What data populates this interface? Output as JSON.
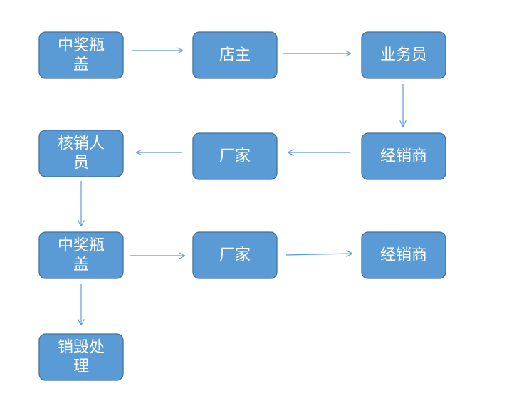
{
  "colors": {
    "node_fill": "#5b9bd5",
    "node_stroke": "#41719c",
    "arrow": "#5b9bd5"
  },
  "nodes": [
    {
      "id": "prize-cap-1",
      "lines": [
        "中奖瓶",
        "盖"
      ]
    },
    {
      "id": "shop-owner",
      "lines": [
        "店主"
      ]
    },
    {
      "id": "salesperson",
      "lines": [
        "业务员"
      ]
    },
    {
      "id": "distributor-1",
      "lines": [
        "经销商"
      ]
    },
    {
      "id": "manufacturer-1",
      "lines": [
        "厂家"
      ]
    },
    {
      "id": "verifier",
      "lines": [
        "核销人",
        "员"
      ]
    },
    {
      "id": "prize-cap-2",
      "lines": [
        "中奖瓶",
        "盖"
      ]
    },
    {
      "id": "manufacturer-2",
      "lines": [
        "厂家"
      ]
    },
    {
      "id": "distributor-2",
      "lines": [
        "经销商"
      ]
    },
    {
      "id": "destroy",
      "lines": [
        "销毁处",
        "理"
      ]
    }
  ],
  "edges": [
    {
      "from": "prize-cap-1",
      "to": "shop-owner"
    },
    {
      "from": "shop-owner",
      "to": "salesperson"
    },
    {
      "from": "salesperson",
      "to": "distributor-1"
    },
    {
      "from": "distributor-1",
      "to": "manufacturer-1"
    },
    {
      "from": "manufacturer-1",
      "to": "verifier"
    },
    {
      "from": "verifier",
      "to": "prize-cap-2"
    },
    {
      "from": "prize-cap-2",
      "to": "manufacturer-2"
    },
    {
      "from": "manufacturer-2",
      "to": "distributor-2"
    },
    {
      "from": "prize-cap-2",
      "to": "destroy"
    }
  ]
}
